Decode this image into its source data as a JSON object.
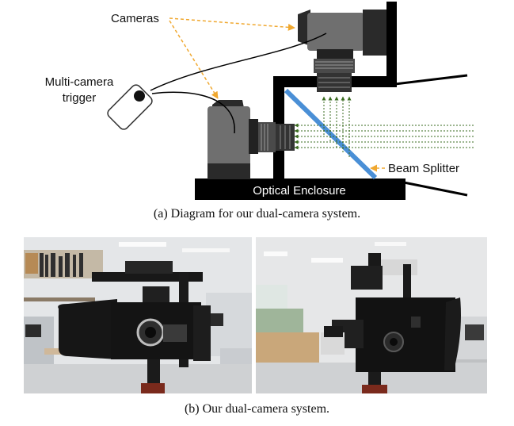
{
  "diagram": {
    "labels": {
      "cameras": "Cameras",
      "trigger_line1": "Multi-camera",
      "trigger_line2": "trigger",
      "beam_splitter": "Beam Splitter",
      "enclosure": "Optical Enclosure"
    },
    "colors": {
      "enclosure": "#000000",
      "camera_body": "#6f6f6f",
      "camera_dark": "#2a2a2a",
      "annotation_arrow": "#f0a830",
      "light_rays": "#3a6b1f",
      "beam_splitter": "#4a8fd6"
    }
  },
  "captions": {
    "a": "(a) Diagram for our dual-camera system.",
    "b": "(b) Our dual-camera system."
  }
}
